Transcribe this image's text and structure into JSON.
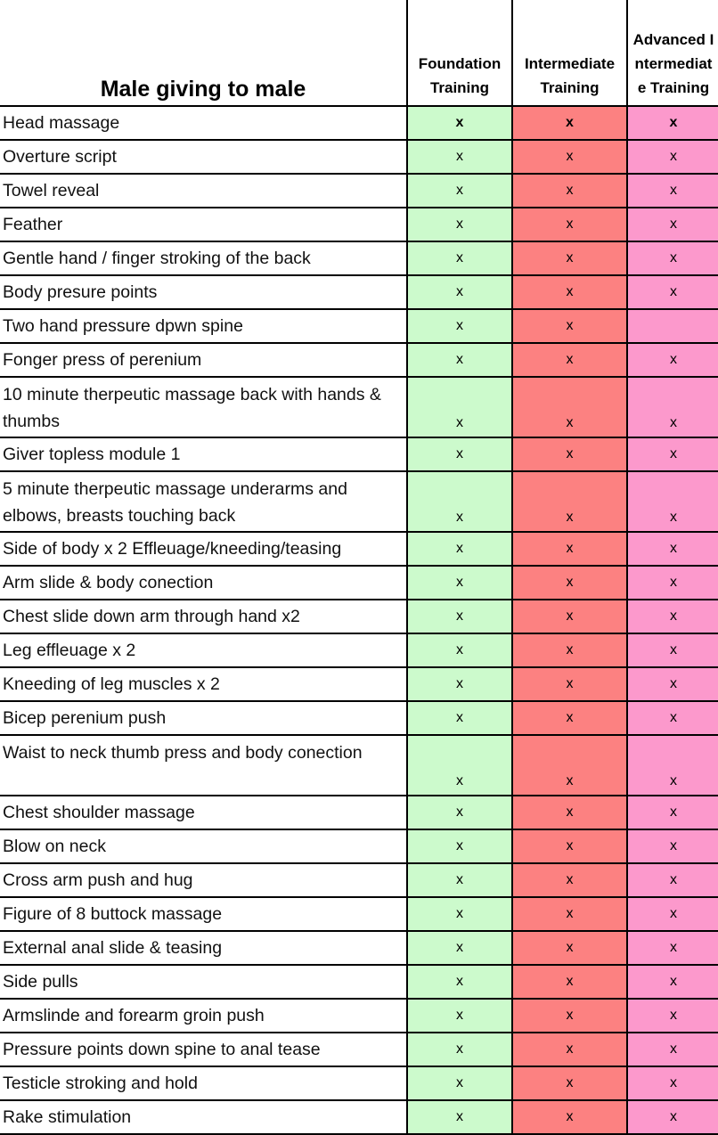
{
  "title": "Male giving to male",
  "columns": [
    "Foundation Training",
    "Intermediate Training",
    "Advanced Intermediate Training"
  ],
  "colors": {
    "foundation": "#ccfacc",
    "intermediate": "#fc8181",
    "advanced": "#fc99cc"
  },
  "mark": "x",
  "rows": [
    {
      "label": "Head massage",
      "marks": [
        true,
        true,
        true
      ]
    },
    {
      "label": "Overture script",
      "marks": [
        true,
        true,
        true
      ]
    },
    {
      "label": "Towel reveal",
      "marks": [
        true,
        true,
        true
      ]
    },
    {
      "label": "Feather",
      "marks": [
        true,
        true,
        true
      ]
    },
    {
      "label": "Gentle hand / finger stroking of the back",
      "marks": [
        true,
        true,
        true
      ]
    },
    {
      "label": "Body presure points",
      "marks": [
        true,
        true,
        true
      ]
    },
    {
      "label": "Two hand pressure dpwn spine",
      "marks": [
        true,
        true,
        false
      ]
    },
    {
      "label": "Fonger press of perenium",
      "marks": [
        true,
        true,
        true
      ]
    },
    {
      "label": "10 minute therpeutic massage back with hands & thumbs",
      "marks": [
        true,
        true,
        true
      ],
      "tall": true
    },
    {
      "label": "Giver topless module 1",
      "marks": [
        true,
        true,
        true
      ]
    },
    {
      "label": "5 minute therpeutic massage underarms and elbows, breasts touching back",
      "marks": [
        true,
        true,
        true
      ],
      "tall": true
    },
    {
      "label": "Side of body x 2 Effleuage/kneeding/teasing",
      "marks": [
        true,
        true,
        true
      ]
    },
    {
      "label": "Arm slide & body conection",
      "marks": [
        true,
        true,
        true
      ]
    },
    {
      "label": "Chest slide down arm through hand x2",
      "marks": [
        true,
        true,
        true
      ]
    },
    {
      "label": "Leg effleuage x 2",
      "marks": [
        true,
        true,
        true
      ]
    },
    {
      "label": "Kneeding of leg muscles x 2",
      "marks": [
        true,
        true,
        true
      ]
    },
    {
      "label": "Bicep perenium push",
      "marks": [
        true,
        true,
        true
      ]
    },
    {
      "label": "Waist to neck thumb press and body conection",
      "marks": [
        true,
        true,
        true
      ],
      "tall": true
    },
    {
      "label": "Chest shoulder massage",
      "marks": [
        true,
        true,
        true
      ]
    },
    {
      "label": "Blow on neck",
      "marks": [
        true,
        true,
        true
      ]
    },
    {
      "label": "Cross arm push and hug",
      "marks": [
        true,
        true,
        true
      ]
    },
    {
      "label": "Figure of 8 buttock massage",
      "marks": [
        true,
        true,
        true
      ]
    },
    {
      "label": "External anal slide & teasing",
      "marks": [
        true,
        true,
        true
      ]
    },
    {
      "label": "Side pulls",
      "marks": [
        true,
        true,
        true
      ]
    },
    {
      "label": "Armslinde and forearm groin push",
      "marks": [
        true,
        true,
        true
      ]
    },
    {
      "label": "Pressure points down spine to anal tease",
      "marks": [
        true,
        true,
        true
      ]
    },
    {
      "label": "Testicle stroking and hold",
      "marks": [
        true,
        true,
        true
      ]
    },
    {
      "label": "Rake stimulation",
      "marks": [
        true,
        true,
        true
      ]
    }
  ]
}
